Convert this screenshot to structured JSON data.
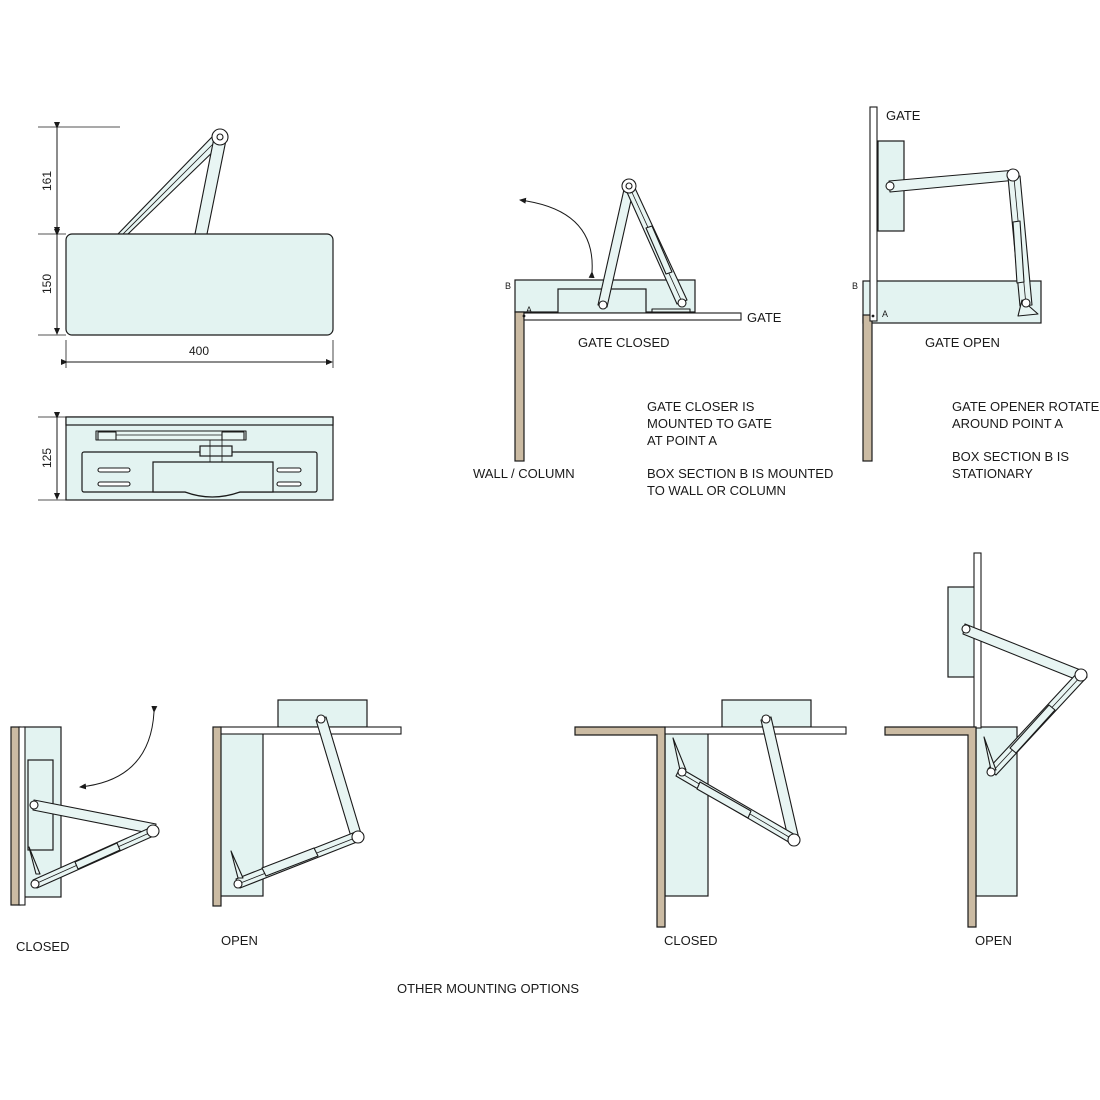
{
  "dimensions": {
    "arm_height": "161",
    "body_height": "150",
    "body_width": "400",
    "side_height": "125"
  },
  "labels": {
    "gate_1": "GATE",
    "gate_2": "GATE",
    "gate_closed": "GATE CLOSED",
    "gate_open": "GATE OPEN",
    "wall_column": "WALL / COLUMN",
    "point_a_1": "A",
    "point_a_2": "A",
    "point_b_1": "B",
    "point_b_2": "B",
    "closed_1": "CLOSED",
    "open_1": "OPEN",
    "closed_2": "CLOSED",
    "open_2": "OPEN",
    "other_mounting": "OTHER MOUNTING OPTIONS"
  },
  "notes": {
    "closer_line1": "GATE CLOSER IS",
    "closer_line2": "MOUNTED TO GATE",
    "closer_line3": "AT POINT A",
    "closer_line4": "BOX SECTION B IS MOUNTED",
    "closer_line5": "TO WALL OR COLUMN",
    "opener_line1": "GATE OPENER ROTATES",
    "opener_line2": "AROUND POINT A",
    "opener_line3": "BOX SECTION B IS",
    "opener_line4": "STATIONARY"
  },
  "colors": {
    "box_fill": "#e3f3f1",
    "wall_fill": "#cbbba3",
    "line": "#1a1a1a"
  }
}
